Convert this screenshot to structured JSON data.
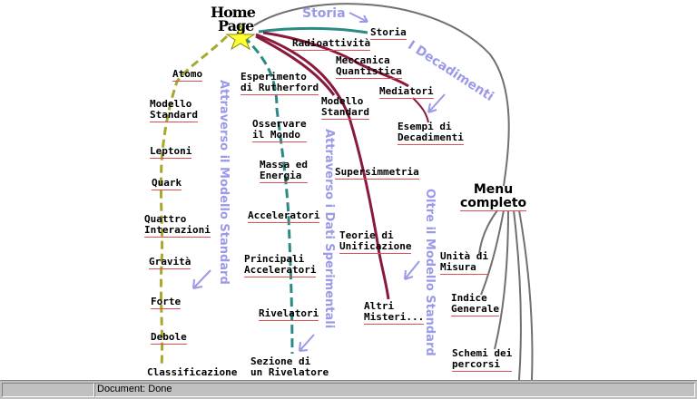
{
  "home": {
    "line1": "Home",
    "line2": "Page"
  },
  "menu": {
    "line1": "Menu",
    "line2": "completo"
  },
  "labels": {
    "storia": "Storia",
    "decadimenti": "I Decadimenti",
    "attraverso_modello": "Attraverso il Modello Standard",
    "attraverso_dati": "Attraverso i Dati Sperimentali",
    "oltre_modello": "Oltre il Modello Standard"
  },
  "nodes": {
    "atomo": "Atomo",
    "modello_standard_1": "Modello",
    "modello_standard_2": "Standard",
    "leptoni": "Leptoni",
    "quark": "Quark",
    "quattro_1": "Quattro",
    "quattro_2": "Interazioni",
    "gravita": "Gravità",
    "forte": "Forte",
    "debole": "Debole",
    "classificazione": "Classificazione",
    "rutherford_1": "Esperimento",
    "rutherford_2": "di Rutherford",
    "osservare_1": "Osservare",
    "osservare_2": "il Mondo",
    "massa_1": "Massa ed",
    "massa_2": "Energia",
    "acceleratori": "Acceleratori",
    "principali_1": "Principali",
    "principali_2": "Acceleratori",
    "rivelatori": "Rivelatori",
    "sezione_1": "Sezione di",
    "sezione_2": "un Rivelatore",
    "radioattivita": "Radioattività",
    "storia": "Storia",
    "meccanica_1": "Meccanica",
    "meccanica_2": "Quantistica",
    "mediatori": "Mediatori",
    "esempi_1": "Esempi di",
    "esempi_2": "Decadimenti",
    "modstd_1": "Modello",
    "modstd_2": "Standard",
    "supersimmetria": "Supersimmetria",
    "teorie_1": "Teorie di",
    "teorie_2": "Unificazione",
    "altri_1": "Altri",
    "altri_2": "Misteri...",
    "unita_1": "Unità di",
    "unita_2": "Misura",
    "indice_1": "Indice",
    "indice_2": "Generale",
    "schemi_1": "Schemi dei",
    "schemi_2": "percorsi"
  },
  "status": {
    "text": "Document: Done"
  },
  "colors": {
    "olive": "#a8a830",
    "teal": "#2a8a84",
    "maroon": "#8a1a3a",
    "gray": "#707070",
    "label": "#9a9ae8",
    "underline": "#e05050",
    "star": "#ffff33"
  }
}
